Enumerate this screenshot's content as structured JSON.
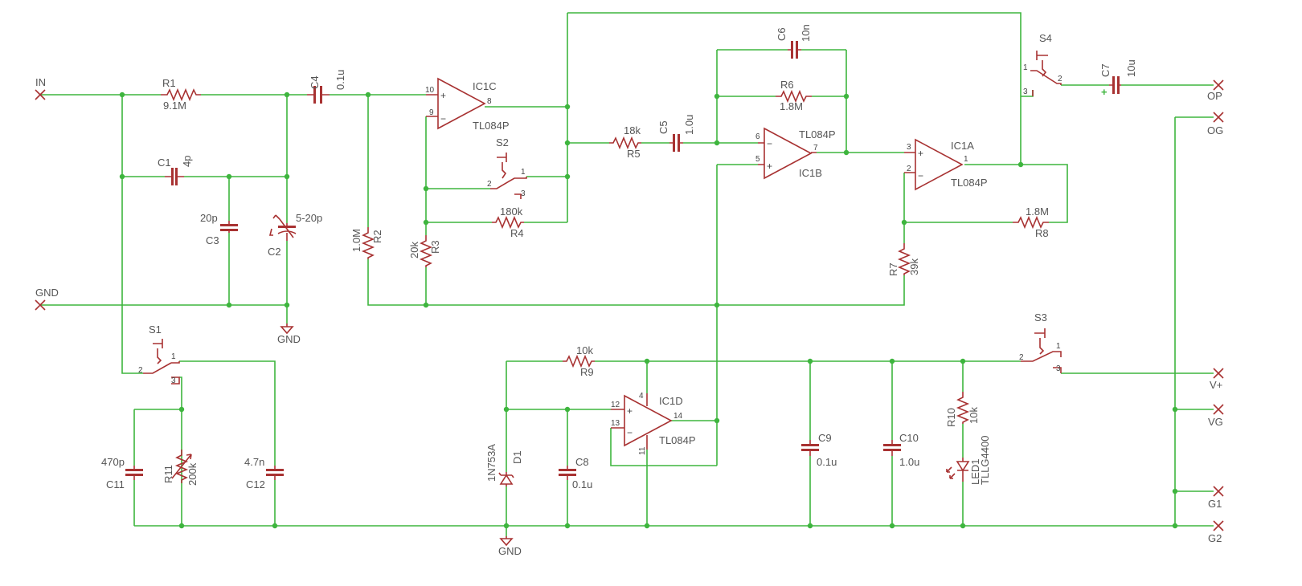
{
  "nets": {
    "in": "IN",
    "gnd": "GND",
    "op": "OP",
    "og": "OG",
    "vplus": "V+",
    "vg": "VG",
    "g1": "G1",
    "g2": "G2"
  },
  "ground_symbols": [
    "GND",
    "GND"
  ],
  "resistors": {
    "r1": {
      "name": "R1",
      "value": "9.1M"
    },
    "r2": {
      "name": "R2",
      "value": "1.0M"
    },
    "r3": {
      "name": "R3",
      "value": "20k"
    },
    "r4": {
      "name": "R4",
      "value": "180k"
    },
    "r5": {
      "name": "R5",
      "value": "18k"
    },
    "r6": {
      "name": "R6",
      "value": "1.8M"
    },
    "r7": {
      "name": "R7",
      "value": "39k"
    },
    "r8": {
      "name": "R8",
      "value": "1.8M"
    },
    "r9": {
      "name": "R9",
      "value": "10k"
    },
    "r10": {
      "name": "R10",
      "value": "10k"
    },
    "r11": {
      "name": "R11",
      "value": "200k"
    }
  },
  "capacitors": {
    "c1": {
      "name": "C1",
      "value": "4p"
    },
    "c2": {
      "name": "C2",
      "value": "5-20p"
    },
    "c3": {
      "name": "C3",
      "value": "20p"
    },
    "c4": {
      "name": "C4",
      "value": "0.1u"
    },
    "c5": {
      "name": "C5",
      "value": "1.0u"
    },
    "c6": {
      "name": "C6",
      "value": "10n"
    },
    "c7": {
      "name": "C7",
      "value": "10u"
    },
    "c8": {
      "name": "C8",
      "value": "0.1u"
    },
    "c9": {
      "name": "C9",
      "value": "0.1u"
    },
    "c10": {
      "name": "C10",
      "value": "1.0u"
    },
    "c11": {
      "name": "C11",
      "value": "470p"
    },
    "c12": {
      "name": "C12",
      "value": "4.7n"
    }
  },
  "opamps": {
    "ic1a": {
      "name": "IC1A",
      "part": "TL084P",
      "pins": [
        "3",
        "2",
        "1"
      ]
    },
    "ic1b": {
      "name": "IC1B",
      "part": "TL084P",
      "pins": [
        "6",
        "5",
        "7"
      ]
    },
    "ic1c": {
      "name": "IC1C",
      "part": "TL084P",
      "pins": [
        "10",
        "9",
        "8"
      ]
    },
    "ic1d": {
      "name": "IC1D",
      "part": "TL084P",
      "pins": [
        "12",
        "13",
        "14",
        "4",
        "11"
      ]
    }
  },
  "switches": {
    "s1": {
      "name": "S1",
      "pins": [
        "1",
        "2",
        "3"
      ]
    },
    "s2": {
      "name": "S2",
      "pins": [
        "1",
        "2",
        "3"
      ]
    },
    "s3": {
      "name": "S3",
      "pins": [
        "1",
        "2",
        "3"
      ]
    },
    "s4": {
      "name": "S4",
      "pins": [
        "1",
        "2",
        "3"
      ]
    }
  },
  "diode": {
    "name": "D1",
    "value": "1N753A"
  },
  "led": {
    "name": "LED1",
    "value": "TLLG4400"
  },
  "c7_polarity": "+",
  "colors": {
    "wire": "#3eb53e",
    "symbol": "#a83232",
    "text": "#555555"
  }
}
